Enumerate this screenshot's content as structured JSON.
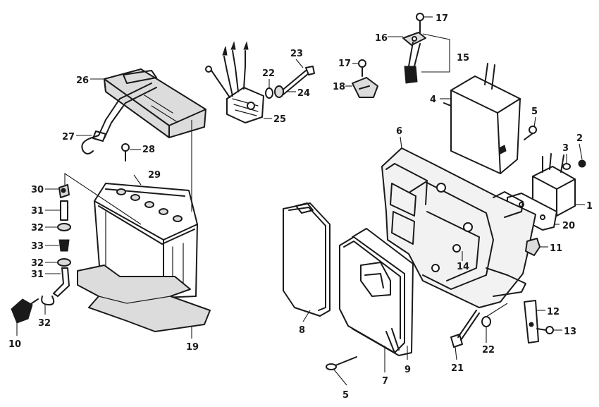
{
  "colors": {
    "ink": "#1a1a1a",
    "paper": "#ffffff"
  },
  "callouts": {
    "c1": "1",
    "c2": "2",
    "c3": "3",
    "c4": "4",
    "c5a": "5",
    "c5b": "5",
    "c6": "6",
    "c7": "7",
    "c8": "8",
    "c9": "9",
    "c10": "10",
    "c11": "11",
    "c12": "12",
    "c13": "13",
    "c14": "14",
    "c15": "15",
    "c16": "16",
    "c17a": "17",
    "c17b": "17",
    "c18": "18",
    "c19": "19",
    "c20": "20",
    "c21": "21",
    "c22a": "22",
    "c22b": "22",
    "c23": "23",
    "c24": "24",
    "c25": "25",
    "c26": "26",
    "c27": "27",
    "c28": "28",
    "c29": "29",
    "c30": "30",
    "c31a": "31",
    "c31b": "31",
    "c32a": "32",
    "c32b": "32",
    "c32c": "32",
    "c33": "33"
  }
}
